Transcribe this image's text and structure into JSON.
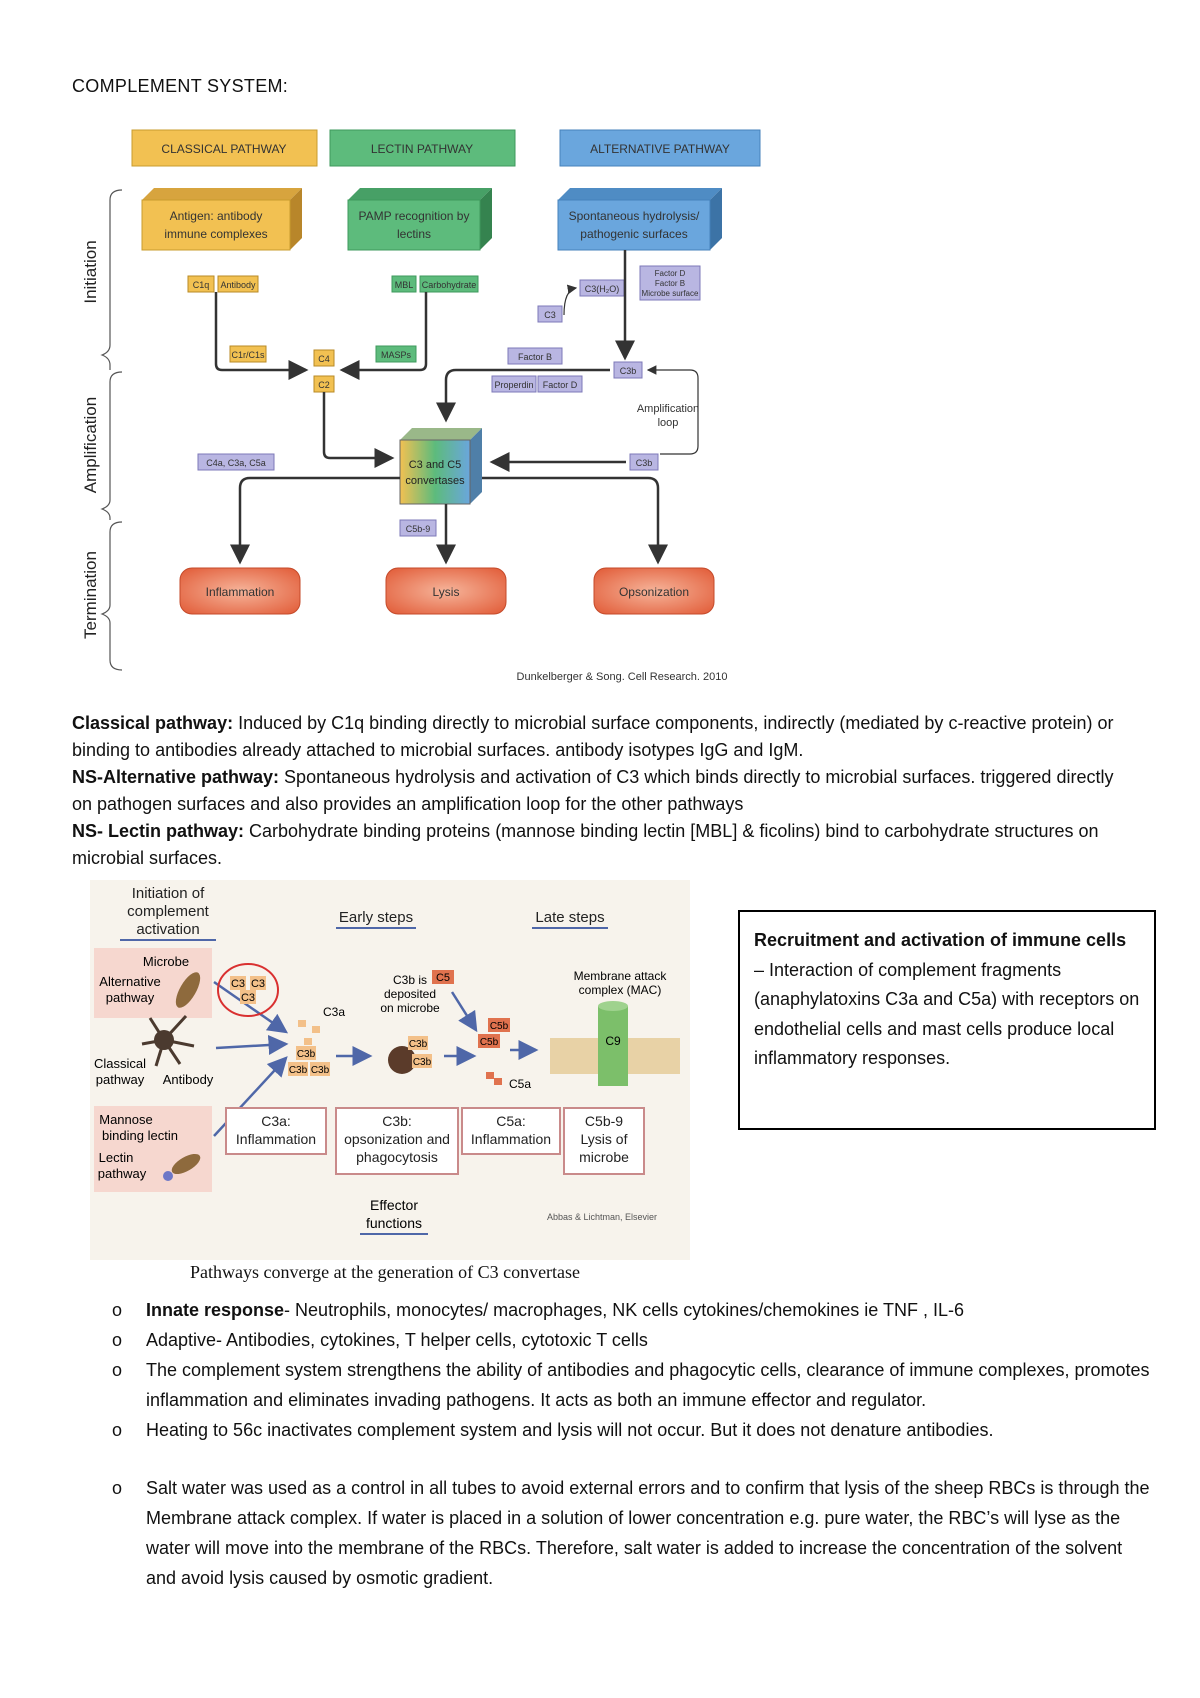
{
  "page_title": "COMPLEMENT SYSTEM:",
  "figure1": {
    "pathways": [
      "CLASSICAL PATHWAY",
      "LECTIN PATHWAY",
      "ALTERNATIVE PATHWAY"
    ],
    "phases": [
      "Initiation",
      "Amplification",
      "Termination"
    ],
    "boxes": {
      "classical_line1": "Antigen: antibody",
      "classical_line2": "immune complexes",
      "lectin_line1": "PAMP recognition by",
      "lectin_line2": "lectins",
      "alt_line1": "Spontaneous hydrolysis/",
      "alt_line2": "pathogenic surfaces",
      "convertase_line1": "C3 and C5",
      "convertase_line2": "convertases"
    },
    "labels": {
      "c1q": "C1q",
      "antibody": "Antibody",
      "mbl": "MBL",
      "carbohydrate": "Carbohydrate",
      "c3h2o": "C3(H₂O)",
      "c3": "C3",
      "factor_d_line1": "Factor D",
      "factor_b_line1": "Factor B",
      "microbe_surface": "Microbe surface",
      "c1r_c1s": "C1r/C1s",
      "c4": "C4",
      "c2": "C2",
      "masps": "MASPs",
      "factor_b": "Factor B",
      "properdin": "Properdin",
      "factor_d": "Factor D",
      "c3b_top": "C3b",
      "amplification_line1": "Amplification",
      "amplification_line2": "loop",
      "anaphylatoxins": "C4a, C3a, C5a",
      "c3b_bottom": "C3b",
      "c5b9": "C5b-9"
    },
    "outcomes": [
      "Inflammation",
      "Lysis",
      "Opsonization"
    ],
    "citation": "Dunkelberger & Song. Cell Research. 2010"
  },
  "paragraphs": {
    "classical_label": "Classical pathway:",
    "classical_text": " Induced by C1q binding directly to microbial surface components, indirectly (mediated by c-reactive protein) or binding to antibodies already attached to microbial surfaces. antibody isotypes IgG and IgM.",
    "alternative_label": "NS-Alternative pathway:",
    "alternative_text": " Spontaneous hydrolysis and activation of C3 which binds directly to microbial surfaces. triggered directly on pathogen surfaces and also provides an amplification loop for the other pathways",
    "lectin_label": "NS- Lectin pathway:",
    "lectin_text": " Carbohydrate binding proteins (mannose binding lectin [MBL] & ficolins) bind to carbohydrate structures on microbial surfaces."
  },
  "figure2": {
    "initiation_line1": "Initiation of",
    "initiation_line2": "complement",
    "initiation_line3": "activation",
    "early_steps": "Early steps",
    "late_steps": "Late steps",
    "microbe": "Microbe",
    "alt_line1": "Alternative",
    "alt_line2": "pathway",
    "classical_line1": "Classical",
    "classical_line2": "pathway",
    "antibody": "Antibody",
    "mannose_line1": "Mannose",
    "mannose_line2": "binding lectin",
    "lectin_line1": "Lectin",
    "lectin_line2": "pathway",
    "c3": "C3",
    "c3a": "C3a",
    "c3b": "C3b",
    "c3b_dep_line1": "C3b is",
    "c3b_dep_line2": "deposited",
    "c3b_dep_line3": "on microbe",
    "c5": "C5",
    "c5b": "C5b",
    "c5a": "C5a",
    "c9": "C9",
    "mac_line1": "Membrane attack",
    "mac_line2": "complex (MAC)",
    "effect1_line1": "C3a:",
    "effect1_line2": "Inflammation",
    "effect2_line1": "C3b:",
    "effect2_line2": "opsonization and",
    "effect2_line3": "phagocytosis",
    "effect3_line1": "C5a:",
    "effect3_line2": "Inflammation",
    "effect4_line1": "C5b-9",
    "effect4_line2": "Lysis of",
    "effect4_line3": "microbe",
    "effector_line1": "Effector",
    "effector_line2": "functions",
    "credit": "Abbas & Lichtman, Elsevier"
  },
  "recruitment_box": {
    "bold": "Recruitment and activation of immune cells",
    "text": " – Interaction of complement fragments (anaphylatoxins C3a and C5a) with receptors on endothelial cells and mast cells produce local inflammatory responses."
  },
  "caption2": "Pathways converge at the generation of C3 convertase",
  "bullets": [
    {
      "bold": "Innate response",
      "text": "- Neutrophils, monocytes/ macrophages, NK cells cytokines/chemokines ie TNF , IL-6"
    },
    {
      "bold": "",
      "text": "Adaptive- Antibodies, cytokines, T helper cells, cytotoxic T cells"
    },
    {
      "bold": "",
      "text": "The complement system strengthens the ability of antibodies and phagocytic cells, clearance of immune complexes, promotes inflammation and eliminates invading pathogens. It acts as both an immune effector and regulator."
    },
    {
      "bold": "",
      "text": "Heating to 56c inactivates complement system and lysis will not occur. But it does not denature antibodies."
    },
    {
      "bold": "",
      "text": "Salt water was used as a control in all tubes to avoid external errors and to confirm that lysis of the sheep RBCs is through the Membrane attack complex. If water is placed in a solution of lower concentration e.g. pure water, the RBC’s will lyse as the water will move into the membrane of the RBCs. Therefore, salt water is added to increase the concentration of the solvent and avoid lysis caused by osmotic gradient."
    }
  ],
  "bullet_marker": "o",
  "colors": {
    "classical": "#f2c152",
    "lectin": "#5dbb7c",
    "alternative": "#6aa6dd",
    "outcome": "#e86a48",
    "small_box": "#b9b6e2"
  }
}
